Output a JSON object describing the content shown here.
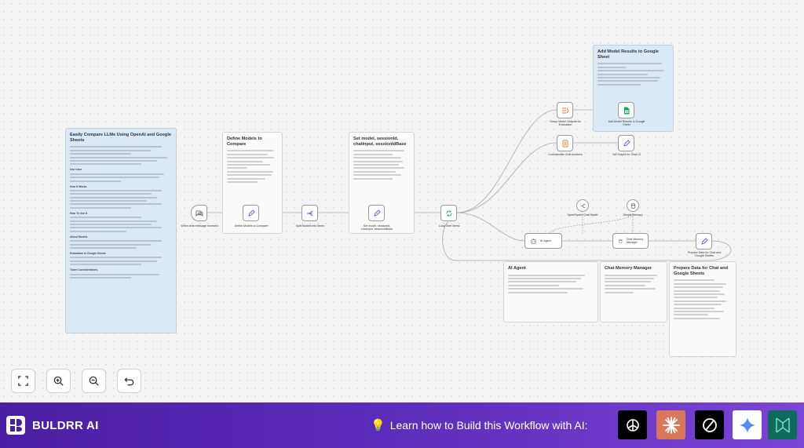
{
  "notes": {
    "intro": {
      "title": "Easily Compare LLMs Using OpenAI and Google Sheets",
      "headings": [
        "Use Case",
        "How It Works",
        "How To Use It",
        "About Models",
        "Evaluation in Google Sheets",
        "Token Considerations"
      ]
    },
    "define": {
      "title": "Define Models to Compare"
    },
    "setmodel": {
      "title": "Set model, sessionId, chatInput, sessionIdBase"
    },
    "addresults": {
      "title": "Add Model Results to Google Sheet"
    },
    "aiagent": {
      "title": "AI Agent"
    },
    "chatmem": {
      "title": "Chat Memory Manager"
    },
    "prepare": {
      "title": "Prepare Data for Chat and Google Sheets"
    }
  },
  "nodes": {
    "trigger": "When chat message received",
    "define": "Define Models to Compare",
    "split": "Split Models into Items",
    "setmodel": "Set model, sessionId, chatInput, sessionIdBase",
    "loop": "Loop Over Items",
    "agent": "AI Agent",
    "openrouter": "OpenRouter Chat Model",
    "memory": "Simple Memory",
    "chatmem": "Chat Memory Manager",
    "prepare": "Prepare Data for Chat and Google Sheets",
    "group": "Group Model Outputs for Evaluation",
    "addsheet": "Add Model Results to Google Sheet",
    "concat": "Concatenate Chat Answers",
    "setchat": "Set Output for Chat UI"
  },
  "toolbar": {
    "fit": "fit-view-icon",
    "zoom_in": "zoom-in-icon",
    "zoom_out": "zoom-out-icon",
    "undo": "undo-icon"
  },
  "banner": {
    "brand": "BULDRR AI",
    "learn": "Learn how to Build this Workflow with AI:",
    "logos": [
      "openai-logo",
      "claude-logo",
      "perplexity-logo",
      "gemini-logo",
      "deepseek-logo"
    ],
    "colors": {
      "banner_start": "#4b1fa3",
      "banner_end": "#7b45d6",
      "accent_node": "#7b45d6"
    }
  }
}
